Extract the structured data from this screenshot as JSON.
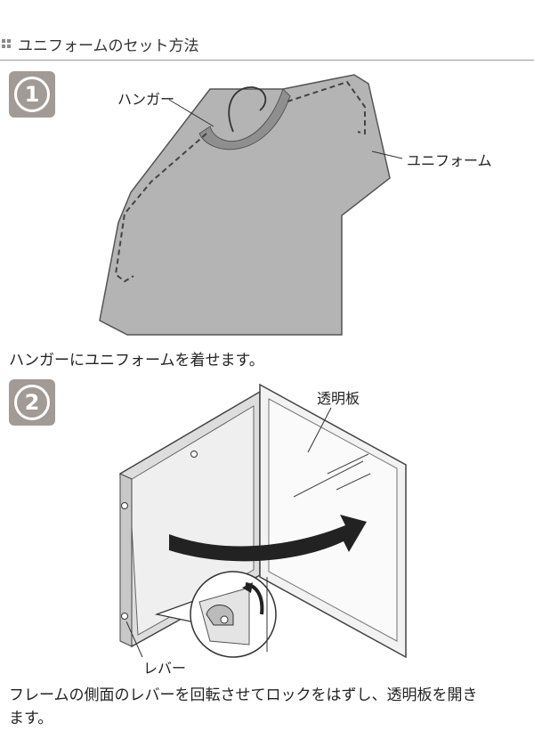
{
  "header": {
    "title": "ユニフォームのセット方法"
  },
  "step1": {
    "badge": "1",
    "labels": {
      "hanger": "ハンガー",
      "uniform": "ユニフォーム"
    },
    "caption": "ハンガーにユニフォームを着せます。"
  },
  "step2": {
    "badge": "2",
    "labels": {
      "panel": "透明板",
      "lever": "レバー"
    },
    "caption_line1": "フレームの側面のレバーを回転させてロックをはずし、透明板を開き",
    "caption_line2": "ます。"
  },
  "colors": {
    "badge": "#a19a95",
    "shirt": "#b4b4b4",
    "collar": "#8f8f8f"
  }
}
